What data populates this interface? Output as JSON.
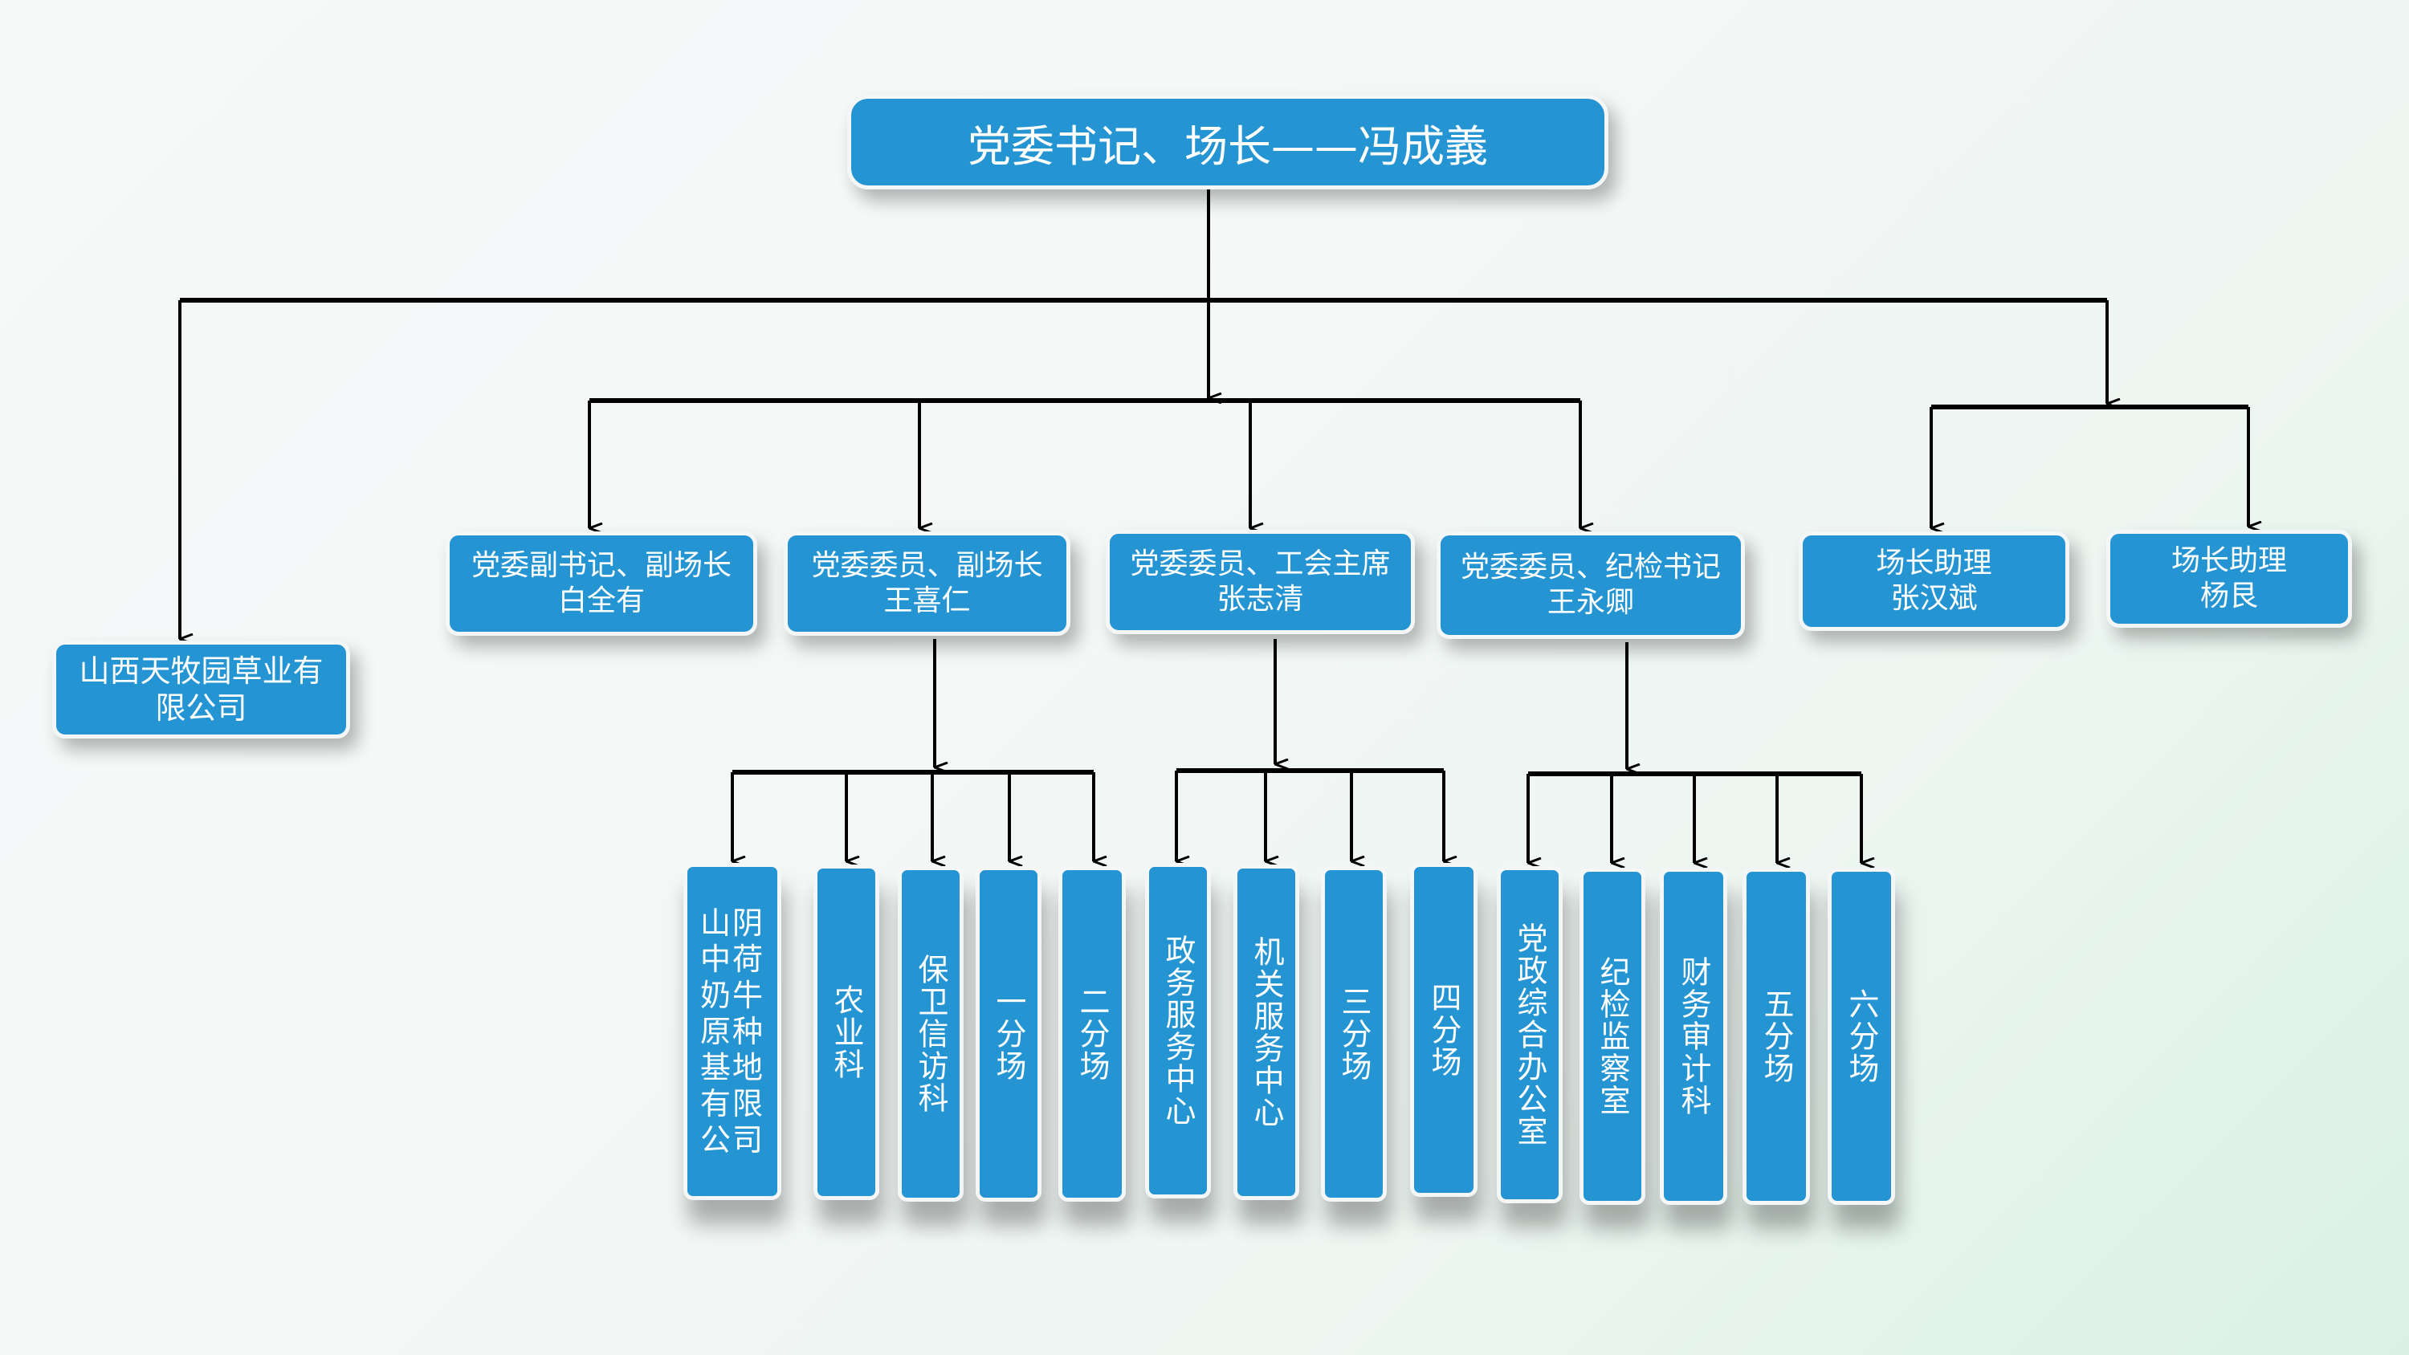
{
  "colors": {
    "box_fill": "#2494d2",
    "box_border": "#f4f6f8",
    "text": "#ffffff",
    "connector": "#000000"
  },
  "root": {
    "label": "党委书记、场长——冯成義"
  },
  "company": {
    "line1": "山西天牧园草业有",
    "line2": "限公司"
  },
  "leaders": [
    {
      "title": "党委副书记、副场长",
      "name": "白全有"
    },
    {
      "title": "党委委员、副场长",
      "name": "王喜仁"
    },
    {
      "title": "党委委员、工会主席",
      "name": "张志清"
    },
    {
      "title": "党委委员、纪检书记",
      "name": "王永卿"
    }
  ],
  "assistants": [
    {
      "title": "场长助理",
      "name": "张汉斌"
    },
    {
      "title": "场长助理",
      "name": "杨艮"
    }
  ],
  "departments_wang_xiren": [
    "山阴中荷奶牛原种基地有限公司",
    "农业科",
    "保卫信访科",
    "一分场",
    "二分场"
  ],
  "departments_zhang_zhiqing": [
    "政务服务中心",
    "机关服务中心",
    "三分场",
    "四分场"
  ],
  "departments_wang_yongqing": [
    "党政综合办公室",
    "纪检监察室",
    "财务审计科",
    "五分场",
    "六分场"
  ]
}
